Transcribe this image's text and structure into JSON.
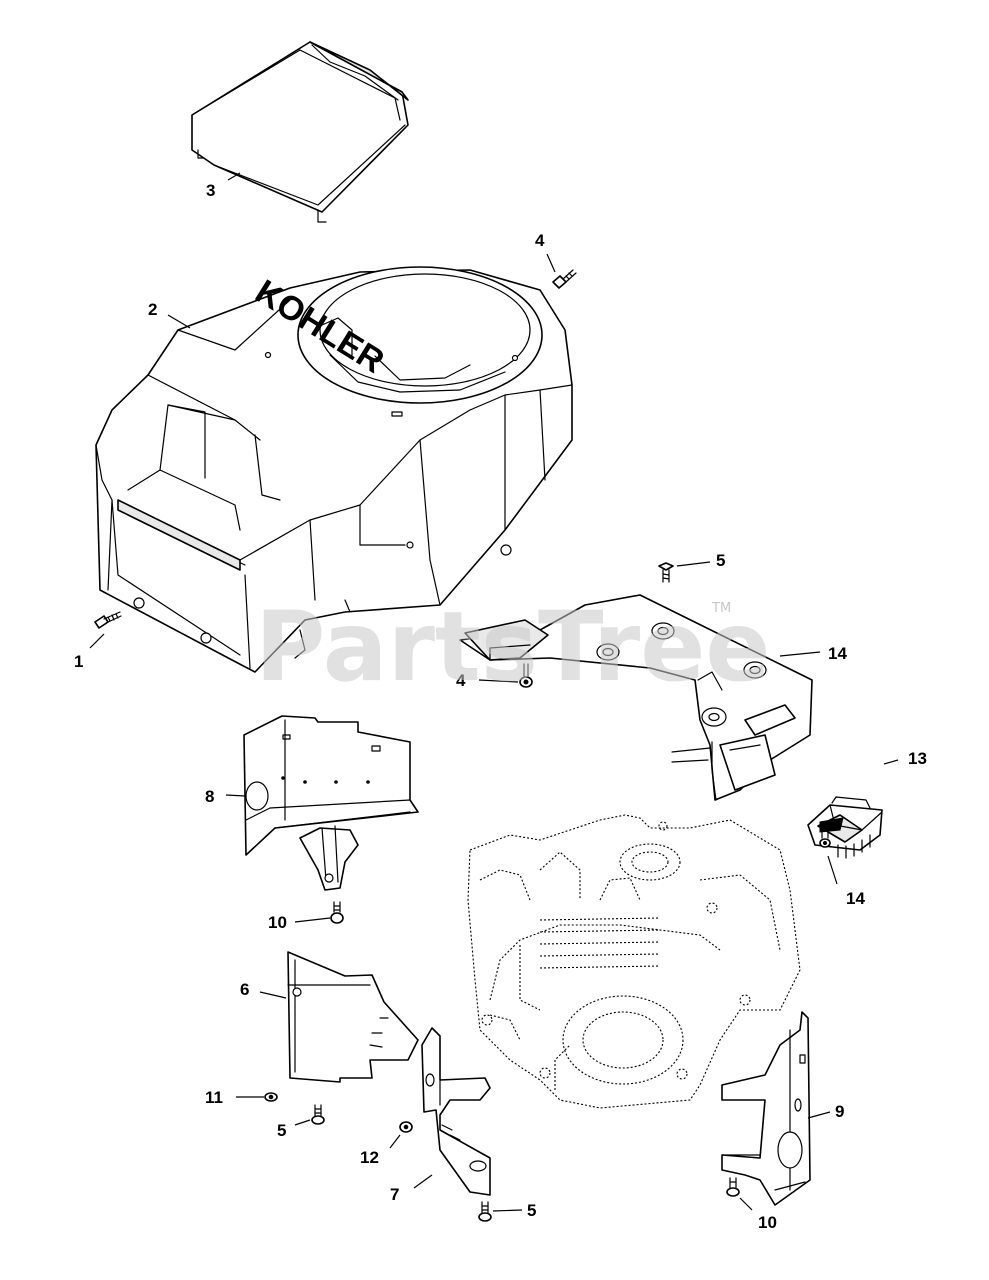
{
  "diagram": {
    "brand_logo_text": "KOHLER",
    "watermark": {
      "text": "PartsTree",
      "trademark": "TM"
    },
    "callouts": [
      {
        "id": "c1",
        "label": "1"
      },
      {
        "id": "c2",
        "label": "2"
      },
      {
        "id": "c3",
        "label": "3"
      },
      {
        "id": "c4a",
        "label": "4"
      },
      {
        "id": "c4b",
        "label": "4"
      },
      {
        "id": "c5a",
        "label": "5"
      },
      {
        "id": "c5b",
        "label": "5"
      },
      {
        "id": "c5c",
        "label": "5"
      },
      {
        "id": "c6",
        "label": "6"
      },
      {
        "id": "c7",
        "label": "7"
      },
      {
        "id": "c8",
        "label": "8"
      },
      {
        "id": "c9",
        "label": "9"
      },
      {
        "id": "c10a",
        "label": "10"
      },
      {
        "id": "c10b",
        "label": "10"
      },
      {
        "id": "c11",
        "label": "11"
      },
      {
        "id": "c12",
        "label": "12"
      },
      {
        "id": "c13",
        "label": "13"
      },
      {
        "id": "c14a",
        "label": "14"
      },
      {
        "id": "c14b",
        "label": "14"
      }
    ]
  }
}
